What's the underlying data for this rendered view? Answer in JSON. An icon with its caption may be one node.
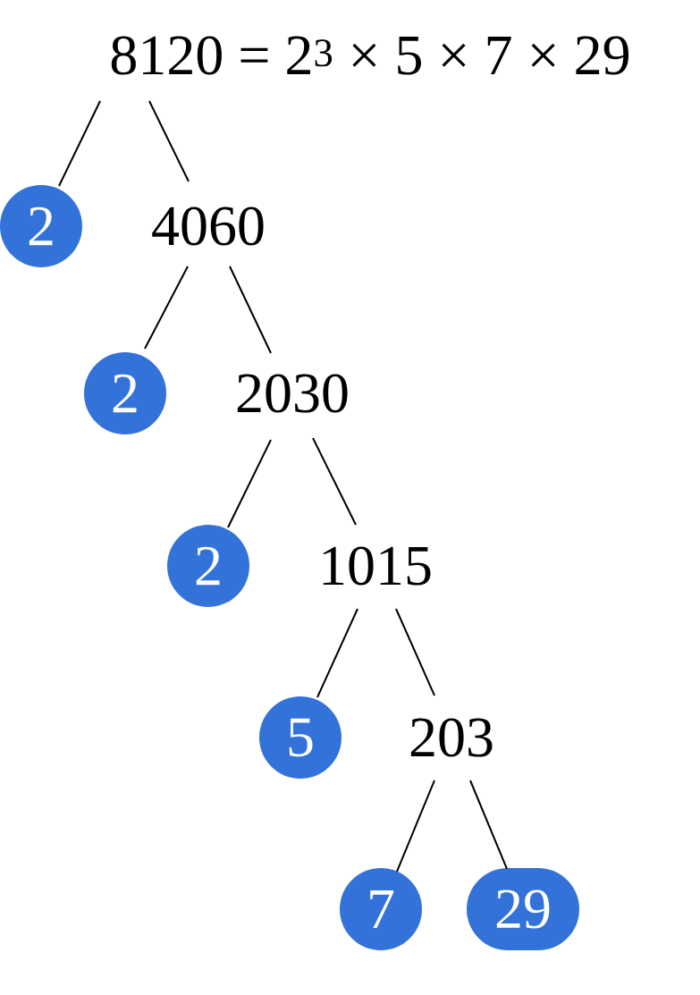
{
  "diagram": {
    "nodes": [
      {
        "text": [
          "8120 = 2$^{3}$ × 5 × 7 × 29"
        ]
      },
      {
        "text": [
          "2"
        ]
      },
      {
        "text": [
          "4060"
        ]
      },
      {
        "text": [
          "2"
        ]
      },
      {
        "text": [
          "2030"
        ]
      },
      {
        "text": [
          "2"
        ]
      },
      {
        "text": [
          "1015"
        ]
      },
      {
        "text": [
          "5"
        ]
      },
      {
        "text": [
          "203"
        ]
      },
      {
        "text": [
          "7"
        ]
      },
      {
        "text": [
          "29"
        ]
      }
    ],
    "edges": [
      {
        "from": 0,
        "to": 1,
        "arrow": "none"
      },
      {
        "from": 0,
        "to": 2,
        "arrow": "none"
      },
      {
        "from": 2,
        "to": 3,
        "arrow": "none"
      },
      {
        "from": 2,
        "to": 4,
        "arrow": "none"
      },
      {
        "from": 4,
        "to": 5,
        "arrow": "none"
      },
      {
        "from": 4,
        "to": 6,
        "arrow": "none"
      },
      {
        "from": 6,
        "to": 7,
        "arrow": "none"
      },
      {
        "from": 6,
        "to": 8,
        "arrow": "none"
      },
      {
        "from": 8,
        "to": 9,
        "arrow": "none"
      },
      {
        "from": 8,
        "to": 10,
        "arrow": "none"
      }
    ]
  }
}
